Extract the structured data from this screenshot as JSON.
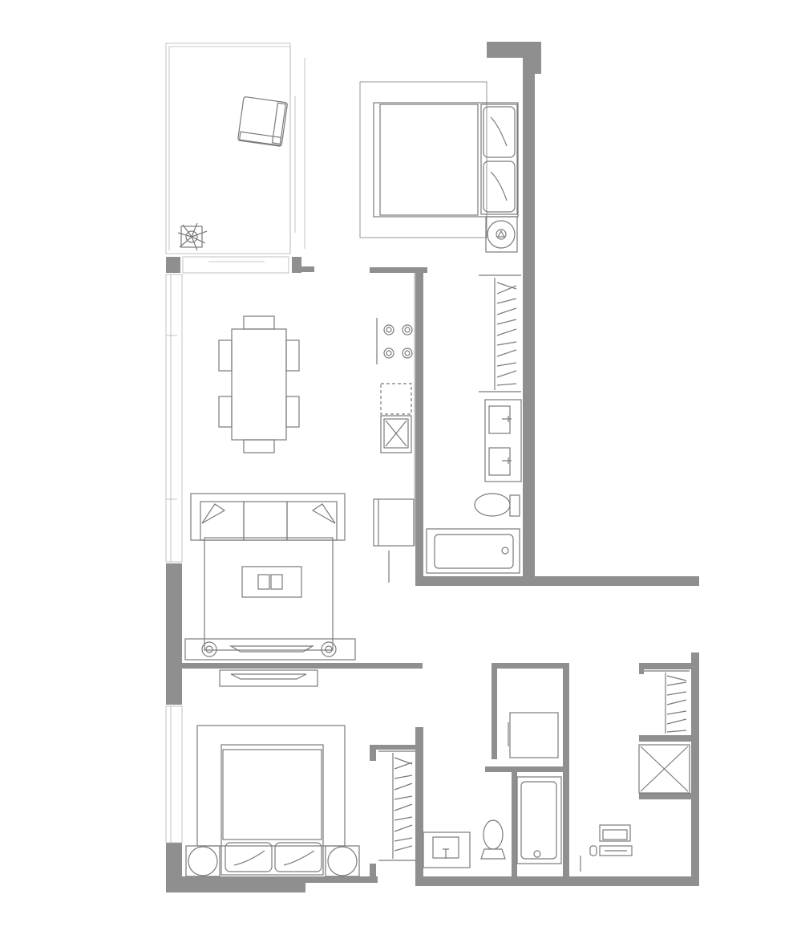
{
  "plan": {
    "colors": {
      "background": "#ffffff",
      "wall": "#8f8f8f",
      "line": "#7a7a7a",
      "light_line": "#b4b4b4"
    },
    "rooms": [
      "balcony",
      "master-bedroom",
      "dining-area",
      "kitchen",
      "living-room",
      "master-bathroom",
      "second-bedroom",
      "second-bathroom",
      "laundry",
      "office"
    ],
    "icons": [
      "armchair-icon",
      "potted-plant-icon",
      "bed-icon",
      "lamp-icon",
      "dining-table-icon",
      "chair-icon",
      "cooktop-icon",
      "sink-icon",
      "refrigerator-icon",
      "sofa-icon",
      "coffee-table-icon",
      "tv-icon",
      "wardrobe-icon",
      "toilet-icon",
      "bathtub-icon",
      "washer-icon",
      "shower-icon",
      "desk-icon",
      "keyboard-icon"
    ]
  }
}
